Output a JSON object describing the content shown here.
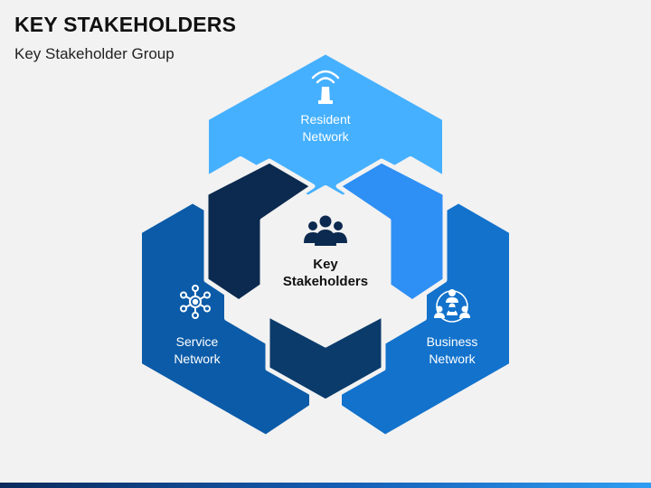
{
  "header": {
    "title": "KEY STAKEHOLDERS",
    "subtitle": "Key Stakeholder Group"
  },
  "diagram": {
    "center": {
      "line1": "Key",
      "line2": "Stakeholders",
      "icon": "team-icon"
    },
    "segments": [
      {
        "id": "resident",
        "line1": "Resident",
        "line2": "Network",
        "icon": "antenna-icon",
        "color": "#45b0ff"
      },
      {
        "id": "service",
        "line1": "Service",
        "line2": "Network",
        "icon": "network-hub-icon",
        "color": "#0b5ba8"
      },
      {
        "id": "business",
        "line1": "Business",
        "line2": "Network",
        "icon": "business-group-icon",
        "color": "#1272cc"
      }
    ],
    "inner_shapes": [
      {
        "id": "upper-left",
        "color": "#0c2a4f"
      },
      {
        "id": "upper-right",
        "color": "#2e8ff5"
      },
      {
        "id": "bottom",
        "color": "#0b3b6b"
      }
    ]
  },
  "footer": {
    "bar_colors": [
      "#0a2a5c",
      "#2f9ef2"
    ]
  }
}
